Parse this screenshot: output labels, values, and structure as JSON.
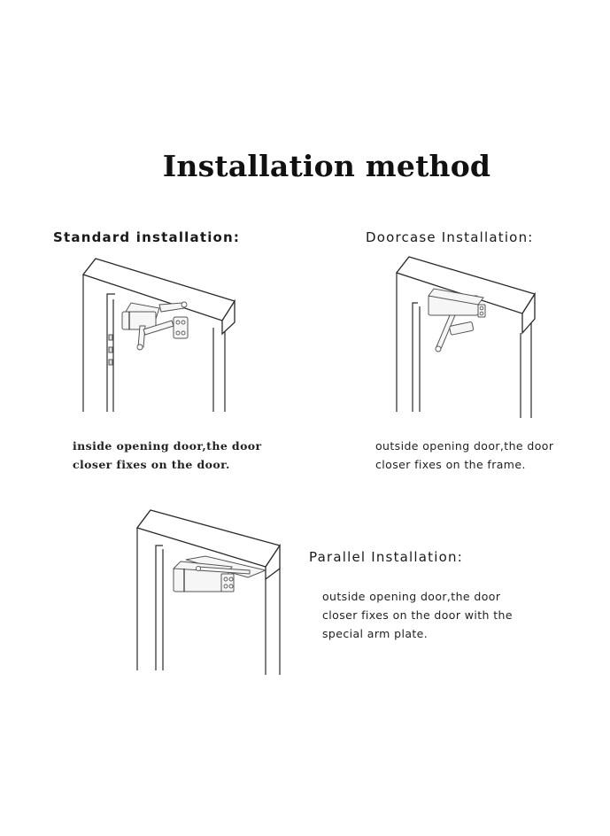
{
  "title": "Installation method",
  "sections": {
    "standard": {
      "heading": "Standard installation:",
      "description": [
        "inside opening door,the door",
        "closer fixes on the door."
      ]
    },
    "doorcase": {
      "heading": "Doorcase Installation:",
      "description": [
        "outside opening door,the door",
        " closer fixes on the frame."
      ]
    },
    "parallel": {
      "heading": "Parallel Installation:",
      "description": [
        "outside opening door,the door",
        "closer fixes on the door with the",
        " special arm plate."
      ]
    }
  }
}
